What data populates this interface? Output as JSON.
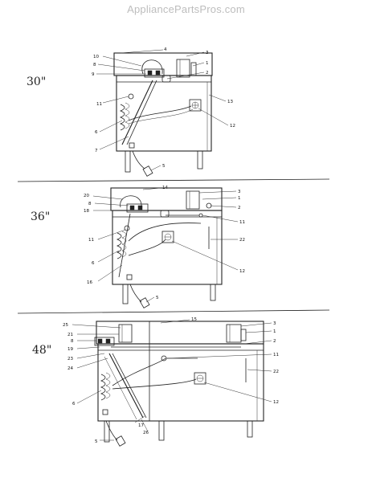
{
  "watermark": "AppliancePartsPros.com",
  "sections": [
    {
      "size_label": "30\"",
      "callouts": [
        "10",
        "4",
        "3",
        "8",
        "1",
        "9",
        "2",
        "11",
        "13",
        "6",
        "12",
        "7",
        "5"
      ]
    },
    {
      "size_label": "36\"",
      "callouts": [
        "14",
        "3",
        "20",
        "1",
        "8",
        "18",
        "2",
        "11",
        "11",
        "22",
        "6",
        "12",
        "16",
        "5"
      ]
    },
    {
      "size_label": "48\"",
      "callouts": [
        "15",
        "3",
        "25",
        "21",
        "1",
        "8",
        "2",
        "19",
        "23",
        "11",
        "24",
        "22",
        "6",
        "12",
        "17",
        "26",
        "5"
      ]
    }
  ]
}
